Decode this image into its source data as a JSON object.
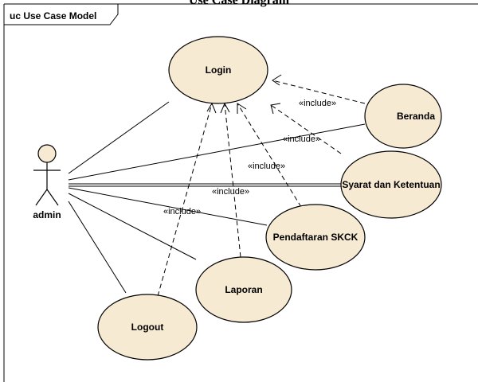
{
  "page_title_partial": "Use Case Diagram",
  "frame": {
    "label": "uc Use Case Model"
  },
  "actor": {
    "name": "admin",
    "icon": "stick-figure-icon"
  },
  "use_cases": {
    "login": "Login",
    "beranda": "Beranda",
    "syarat": "Syarat dan Ketentuan",
    "pendaftaran": "Pendaftaran SKCK",
    "laporan": "Laporan",
    "logout": "Logout"
  },
  "include_label": "«include»",
  "colors": {
    "use_case_fill": "#f7ead3",
    "stroke": "#000000",
    "background": "#ffffff"
  }
}
